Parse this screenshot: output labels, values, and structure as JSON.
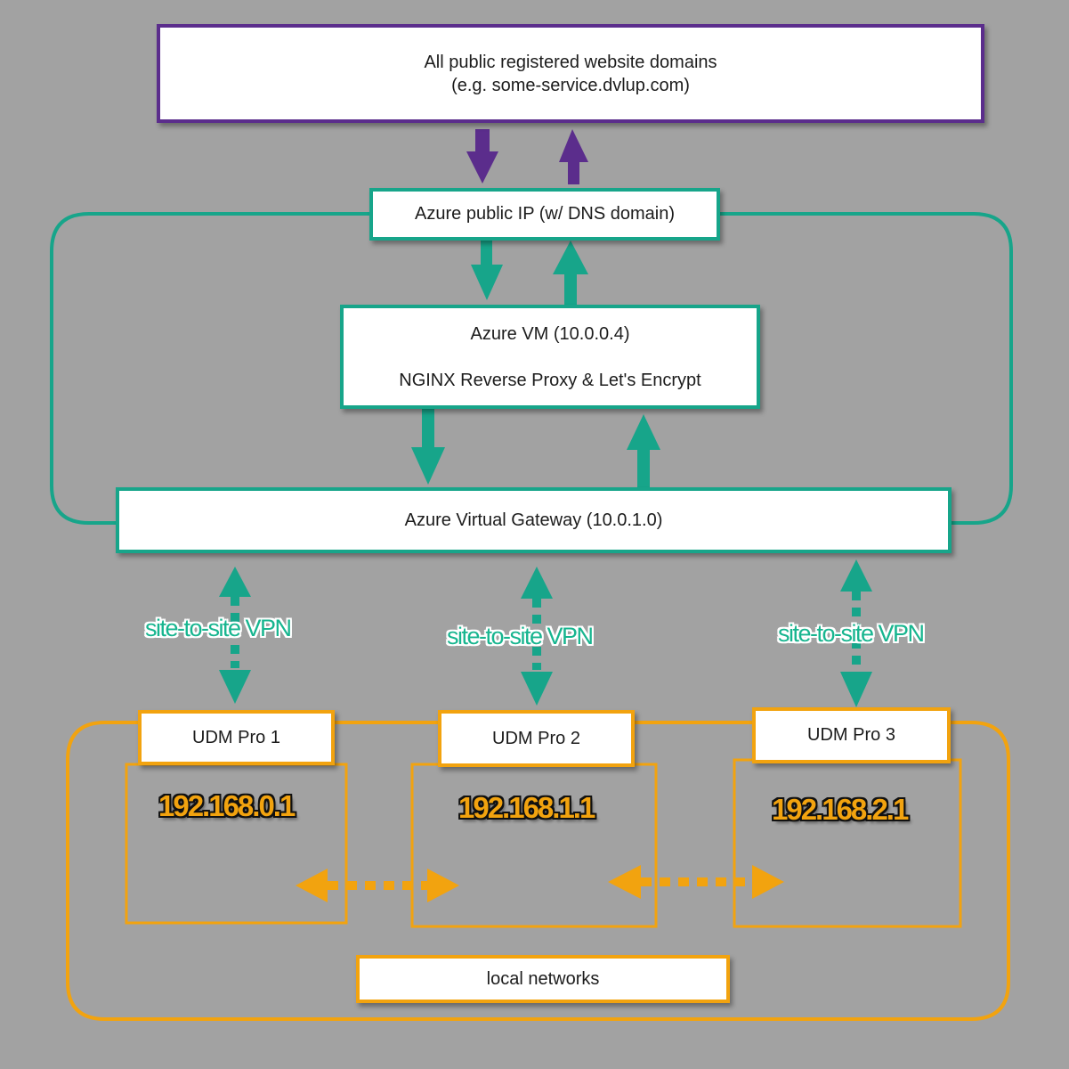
{
  "colors": {
    "background": "#a2a2a2",
    "purple": "#5b2d8c",
    "teal": "#17a58a",
    "amber": "#f2a30f"
  },
  "public_domains": {
    "line1": "All public registered website domains",
    "line2": "(e.g. some-service.dvlup.com)"
  },
  "azure_public_ip": {
    "label": "Azure public IP (w/ DNS domain)"
  },
  "azure_vm": {
    "line1": "Azure VM (10.0.0.4)",
    "line2": "NGINX Reverse Proxy & Let's Encrypt"
  },
  "azure_gateway": {
    "label": "Azure Virtual Gateway (10.0.1.0)"
  },
  "vpn_links": [
    {
      "label": "site-to-site VPN"
    },
    {
      "label": "site-to-site VPN"
    },
    {
      "label": "site-to-site VPN"
    }
  ],
  "sites": [
    {
      "name": "UDM Pro 1",
      "ip": "192.168.0.1"
    },
    {
      "name": "UDM Pro 2",
      "ip": "192.168.1.1"
    },
    {
      "name": "UDM Pro 3",
      "ip": "192.168.2.1"
    }
  ],
  "local_networks": {
    "label": "local networks"
  }
}
